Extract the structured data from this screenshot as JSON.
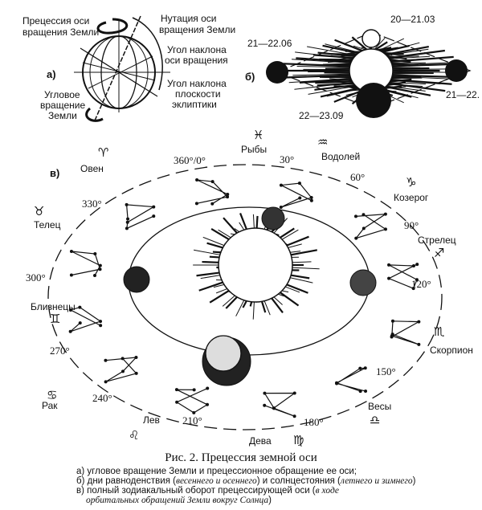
{
  "panel_a": {
    "label": "а)",
    "precession": [
      "Прецессия оси",
      "вращения Земли"
    ],
    "nutation": [
      "Нутация оси",
      "вращения Земли"
    ],
    "axis_tilt": [
      "Угол наклона",
      "оси вращения"
    ],
    "ecliptic_tilt": [
      "Угол наклона",
      "плоскости",
      "эклиптики"
    ],
    "angular_rotation": [
      "Угловое",
      "вращение",
      "Земли"
    ]
  },
  "panel_b": {
    "label": "б)",
    "dates": {
      "top": "20—21.03",
      "left": "21—22.06",
      "right": "21—22.",
      "bottom": "22—23.09"
    }
  },
  "panel_c": {
    "label": "в)",
    "zodiac": [
      {
        "name": "Овен",
        "sign": "♈"
      },
      {
        "name": "Рыбы",
        "sign": "♓"
      },
      {
        "name": "Водолей",
        "sign": "♒"
      },
      {
        "name": "Козерог",
        "sign": "♑"
      },
      {
        "name": "Стрелец",
        "sign": "♐"
      },
      {
        "name": "Скорпион",
        "sign": "♏"
      },
      {
        "name": "Весы",
        "sign": "♎"
      },
      {
        "name": "Дева",
        "sign": "♍"
      },
      {
        "name": "Лев",
        "sign": "♌"
      },
      {
        "name": "Рак",
        "sign": "♋"
      },
      {
        "name": "Близнецы",
        "sign": "♊"
      },
      {
        "name": "Телец",
        "sign": "♉"
      }
    ],
    "degrees": [
      "360°/0°",
      "30°",
      "60°",
      "90°",
      "120°",
      "150°",
      "180°",
      "210°",
      "240°",
      "270°",
      "300°",
      "330°"
    ]
  },
  "caption": {
    "title": "Рис. 2. Прецессия земной оси",
    "a": "а) угловое вращение Земли и прецессионное обращение ее оси;",
    "b_pre": "б) дни равноденствия (",
    "b_it1": "весеннего и осеннего",
    "b_mid": ") и солнцестояния (",
    "b_it2": "летнего и зимнего",
    "b_post": ")",
    "c_pre": "в) полный зодиакальный оборот прецессирующей оси (",
    "c_it": "в ходе орбитальных обращений Земли вокруг Солнца",
    "c_post": ")"
  }
}
